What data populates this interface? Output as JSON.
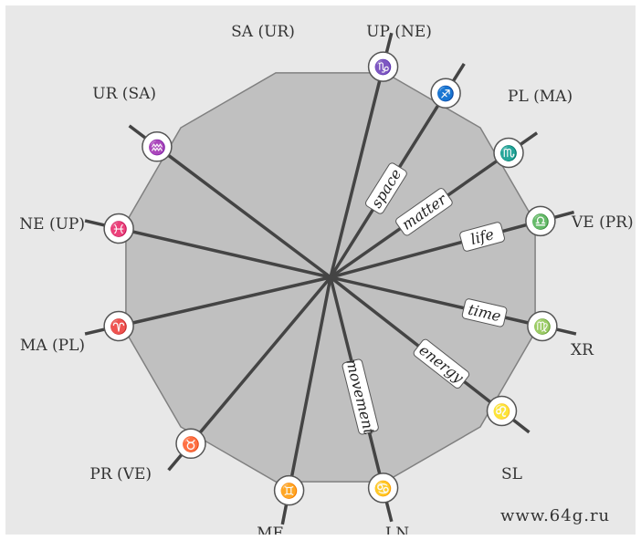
{
  "colors": {
    "background": "#e8e8e8",
    "polygon_fill": "#c0c0c0",
    "polygon_stroke": "#808080",
    "spoke": "#444444",
    "disc_fill": "#ffffff",
    "disc_stroke": "#555555",
    "text": "#333333"
  },
  "spokes": [
    {
      "id": "capricorn",
      "glyph": "♑",
      "label": "SA (UR)"
    },
    {
      "id": "sagittarius",
      "glyph": "♐",
      "label": "UP (NE)",
      "word": "space"
    },
    {
      "id": "scorpio",
      "glyph": "♏",
      "label": "PL (MA)",
      "word": "matter"
    },
    {
      "id": "libra",
      "glyph": "♎",
      "label": "VE (PR)",
      "word": "life"
    },
    {
      "id": "virgo",
      "glyph": "♍",
      "label": "XR",
      "word": "time"
    },
    {
      "id": "leo",
      "glyph": "♌",
      "label": "SL",
      "word": "energy"
    },
    {
      "id": "cancer",
      "glyph": "♋",
      "label": "LN",
      "word": "movement"
    },
    {
      "id": "gemini",
      "glyph": "♊",
      "label": "ME"
    },
    {
      "id": "taurus",
      "glyph": "♉",
      "label": "PR (VE)"
    },
    {
      "id": "aries",
      "glyph": "♈",
      "label": "MA (PL)"
    },
    {
      "id": "pisces",
      "glyph": "♓",
      "label": "NE (UP)"
    },
    {
      "id": "aquarius",
      "glyph": "♒",
      "label": "UR (SA)"
    }
  ],
  "site": "www.64g.ru"
}
